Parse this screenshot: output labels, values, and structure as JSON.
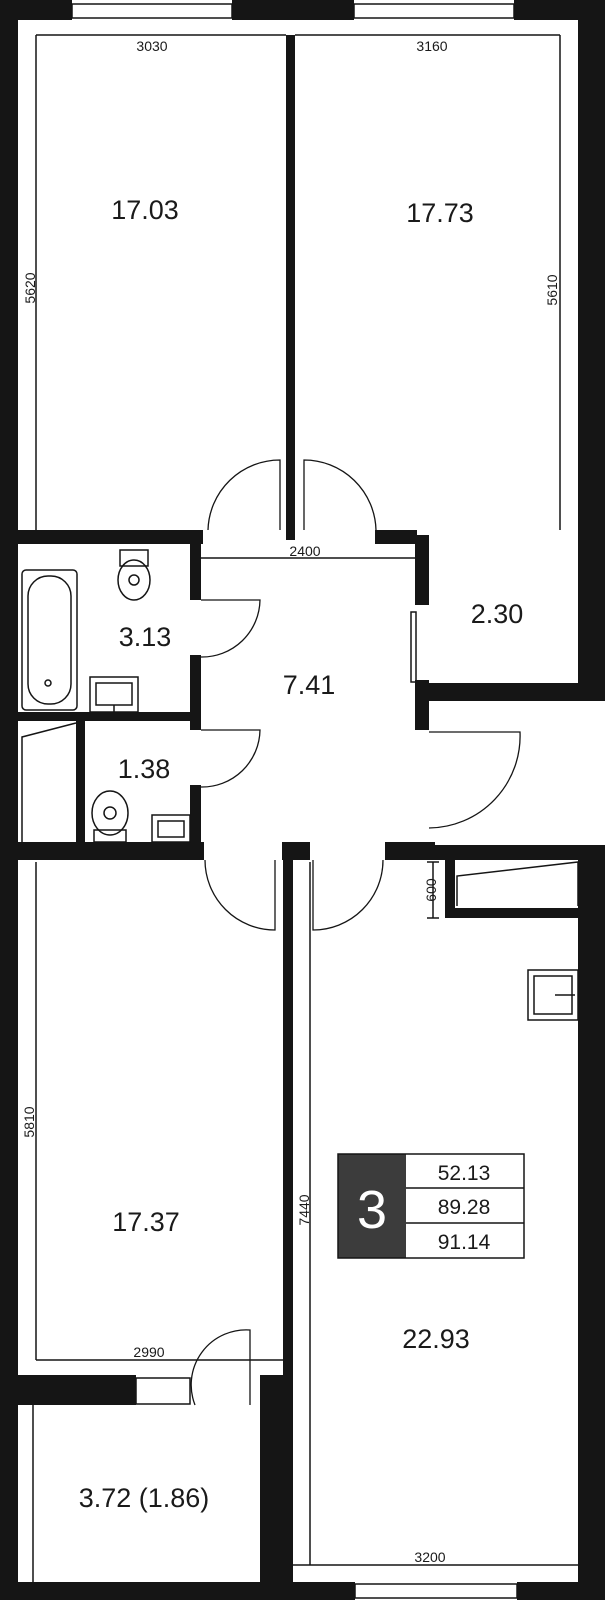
{
  "rooms": [
    {
      "id": "bedroom-1",
      "area": "17.03"
    },
    {
      "id": "bedroom-2",
      "area": "17.73"
    },
    {
      "id": "bathroom",
      "area": "3.13"
    },
    {
      "id": "storage",
      "area": "2.30"
    },
    {
      "id": "hallway",
      "area": "7.41"
    },
    {
      "id": "toilet",
      "area": "1.38"
    },
    {
      "id": "bedroom-3",
      "area": "17.37"
    },
    {
      "id": "living-kitchen",
      "area": "22.93"
    },
    {
      "id": "balcony",
      "area": "3.72 (1.86)"
    }
  ],
  "dimensions": {
    "bedroom1_width": "3030",
    "bedroom2_width": "3160",
    "bedroom1_height": "5620",
    "bedroom2_height": "5610",
    "hallway_width": "2400",
    "wardrobe_depth": "600",
    "bedroom3_height": "5810",
    "bedroom3_width": "2990",
    "living_height": "7440",
    "living_width": "3200"
  },
  "summary": {
    "room_count": "3",
    "living_area": "52.13",
    "total_area": "89.28",
    "total_with_balcony": "91.14"
  },
  "colors": {
    "wall": "#151515",
    "badge": "#3c3c3c",
    "background": "#ffffff"
  }
}
